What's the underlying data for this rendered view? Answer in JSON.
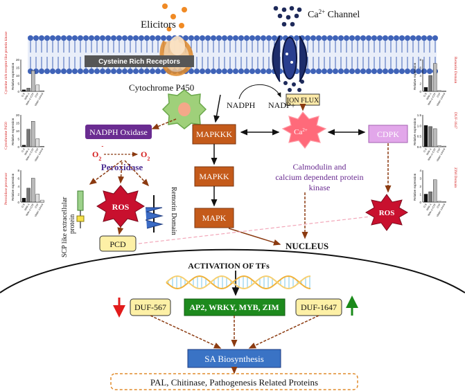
{
  "membrane": {
    "elicitors": "Elicitors",
    "ca_channel": "Ca",
    "ca_channel_sup": "2+",
    "ca_channel_suffix": " Channel",
    "receptors": "Cysteine Rich Receptors",
    "cyp450": "Cytochrome P450",
    "ion_flux": "ION FLUX"
  },
  "pathway": {
    "nadph": "NADPH",
    "nadp": "NADP+",
    "nadph_oxidase": "NADPH Oxidase",
    "o2_minus": "O",
    "o2_minus_sub": "2",
    "o2_minus_sup": "-",
    "o2": "O",
    "o2_sub": "2",
    "peroxidase": "Peroxidase",
    "ros": "ROS",
    "ros_right": "ROS",
    "pcd": "PCD",
    "scp": "SCP like extracellular",
    "scp2": "protein",
    "remorin": "Remorin Domain",
    "mapkkk": "MAPKKK",
    "mapkk": "MAPKK",
    "mapk": "MAPK",
    "ca": "Ca",
    "ca_sup": "2+",
    "cdpk": "CDPK",
    "calmodulin1": "Calmodulin and",
    "calmodulin2": "calcium dependent protein",
    "calmodulin3": "kinase",
    "nucleus": "NUCLEUS"
  },
  "nucleus": {
    "activation": "ACTIVATION OF TFs",
    "duf567": "DUF-567",
    "duf1647": "DUF-1647",
    "tfs": "AP2, WRKY, MYB, ZIM",
    "sa": "SA Biosynthesis",
    "proteins": "PAL, Chitinase, Pathogenesis Related Proteins"
  },
  "colors": {
    "brown": "#c45a1a",
    "purple": "#6a2c91",
    "red": "#e21b1b",
    "green": "#1a8a1a",
    "sa_blue": "#3a73c5",
    "membrane_blue": "#3f63b8",
    "orange": "#f08a24"
  },
  "charts": [
    {
      "side_label": "Cysteine rich receptor like protein kinase",
      "ylabel": "Relative expression",
      "ticks": [
        "20",
        "15",
        "10",
        "5",
        "0"
      ],
      "categories": [
        "O.S",
        "MAX-1",
        "MAX-1+CTF",
        "CTF",
        "Water control"
      ],
      "values": [
        1,
        2,
        13,
        4,
        0.4
      ]
    },
    {
      "side_label": "Cytochrome P450",
      "ylabel": "Relative expression",
      "ticks": [
        "20",
        "15",
        "10",
        "5",
        "0"
      ],
      "categories": [
        "O.S",
        "MAX-1",
        "MAX-1+CTF",
        "CTF",
        "Water control"
      ],
      "values": [
        1,
        11,
        16,
        5,
        0.3
      ]
    },
    {
      "side_label": "Peroxidase precursor",
      "ylabel": "Relative expression",
      "ticks": [
        "8",
        "6",
        "4",
        "2",
        "0"
      ],
      "categories": [
        "O.S",
        "MAX-1",
        "MAX-1+CTF",
        "CTF",
        "Water control"
      ],
      "values": [
        1,
        3.5,
        6,
        2,
        0.5
      ]
    },
    {
      "side_label": "Remorin Domain",
      "ylabel": "Relative expression",
      "ticks": [
        "8",
        "6",
        "4",
        "2",
        "0"
      ],
      "categories": [
        "O.S",
        "MAX-1",
        "MAX-1+CTF",
        "CTF",
        "Water control"
      ],
      "values": [
        1,
        4,
        7,
        0.2,
        0.1
      ]
    },
    {
      "side_label": "DUF-1647",
      "ylabel": "Relative expression",
      "ticks": [
        "1.5",
        "1.0",
        "0.5",
        "0.0"
      ],
      "categories": [
        "O.S",
        "MAX-1",
        "MAX-1+CTF",
        "CTF",
        "Water control"
      ],
      "values": [
        1,
        0.95,
        0.85,
        0.05,
        0.03
      ]
    },
    {
      "side_label": "ZIM Domain",
      "ylabel": "Relative expression",
      "ticks": [
        "4",
        "3",
        "2",
        "1",
        "0"
      ],
      "categories": [
        "O.S",
        "MAX-1",
        "MAX-1+CTF",
        "CTF",
        "Water control"
      ],
      "values": [
        1,
        1.3,
        2.8,
        0.1,
        0.05
      ]
    }
  ]
}
